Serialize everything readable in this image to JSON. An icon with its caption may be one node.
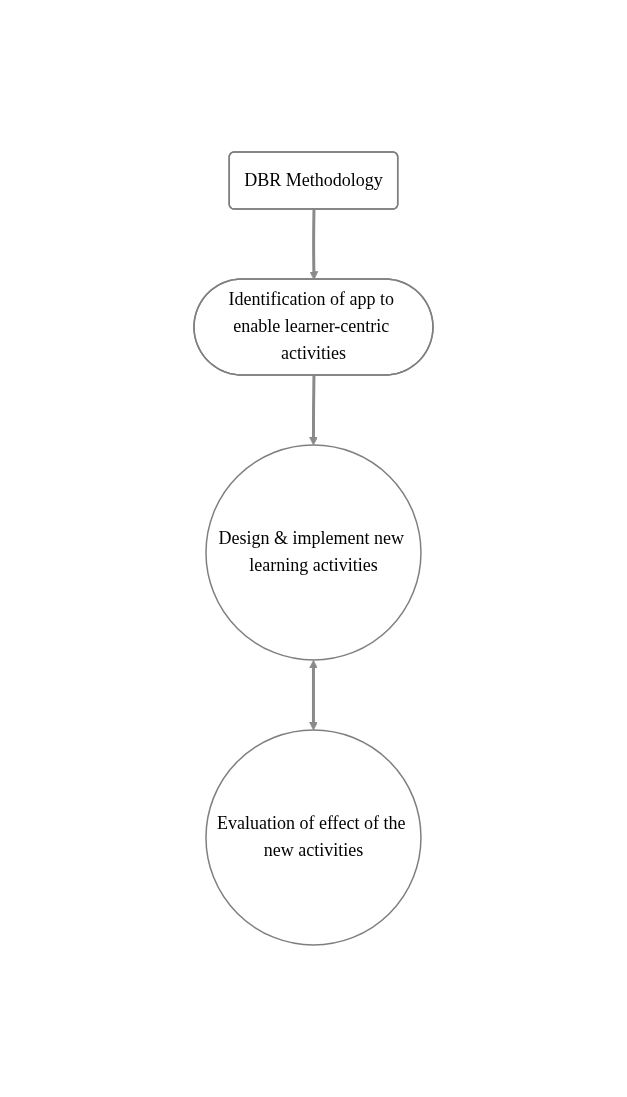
{
  "diagram": {
    "nodes": [
      {
        "text": [
          "DBR Methodology"
        ]
      },
      {
        "text": [
          "Identification of app to enable learner-centric activities"
        ]
      },
      {
        "text": [
          "Design & implement new learning activities"
        ]
      },
      {
        "text": [
          "Evaluation of effect of the new activities"
        ]
      }
    ],
    "edges": [
      {
        "from": 0,
        "to": 1,
        "arrow": "to"
      },
      {
        "from": 1,
        "to": 2,
        "arrow": "to"
      },
      {
        "from": 2,
        "to": 3,
        "arrow": "both"
      }
    ]
  }
}
